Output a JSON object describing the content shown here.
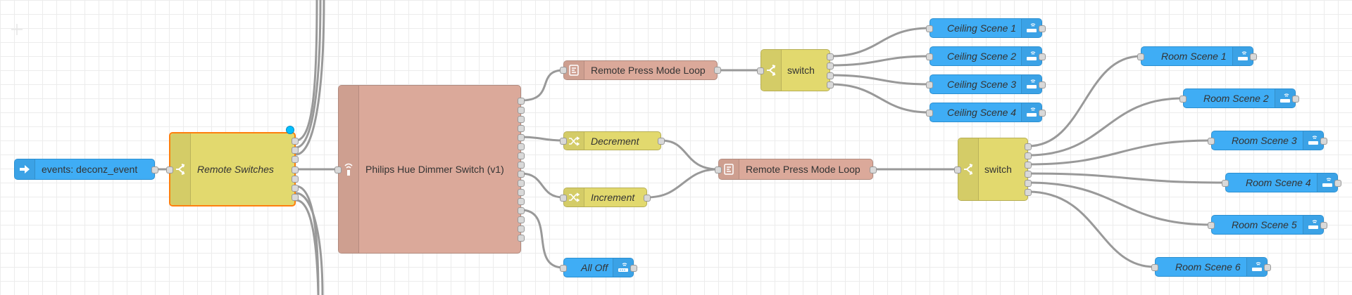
{
  "app": "Node-RED flow editor",
  "colors": {
    "inject_blue": "#3fadf5",
    "switch_yellow": "#e2d96e",
    "subflow_salmon": "#dba99a",
    "wire": "#999999",
    "selected_border": "#ff7f0e"
  },
  "nodes": {
    "event": {
      "label": "events: deconz_event",
      "icon": "arrow-right-icon"
    },
    "remote_switches": {
      "label": "Remote Switches",
      "icon": "switch-icon"
    },
    "dimmer": {
      "label": "Philips Hue Dimmer Switch (v1)",
      "icon": "remote-icon"
    },
    "mode_loop_top": {
      "label": "Remote Press Mode Loop",
      "icon": "subflow-icon"
    },
    "decrement": {
      "label": "Decrement",
      "icon": "shuffle-icon"
    },
    "increment": {
      "label": "Increment",
      "icon": "shuffle-icon"
    },
    "all_off": {
      "label": "All Off",
      "icon": "router-icon"
    },
    "mode_loop_mid": {
      "label": "Remote Press Mode Loop",
      "icon": "subflow-icon"
    },
    "switch_top": {
      "label": "switch",
      "icon": "switch-icon"
    },
    "switch_mid": {
      "label": "switch",
      "icon": "switch-icon"
    },
    "ceiling_scenes": [
      "Ceiling Scene 1",
      "Ceiling Scene 2",
      "Ceiling Scene 3",
      "Ceiling Scene 4"
    ],
    "room_scenes": [
      "Room Scene 1",
      "Room Scene 2",
      "Room Scene 3",
      "Room Scene 4",
      "Room Scene 5",
      "Room Scene 6"
    ]
  }
}
